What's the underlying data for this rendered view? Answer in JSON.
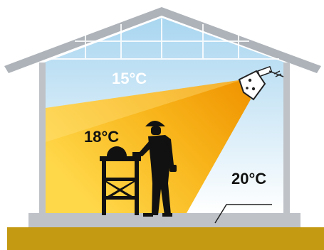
{
  "temperatures": {
    "upper": "15°C",
    "heated_zone": "18°C",
    "floor_right": "20°C"
  },
  "colors": {
    "ground": "#c49a12",
    "wall": "#bfc3c8",
    "roof": "#aeb3b9",
    "sky_top": "#a8d4ee",
    "sky_bottom": "#ffffff",
    "beam_warm": "#f5a000",
    "beam_light": "#ffe07a",
    "figure": "#111111",
    "temp_dark": "#111111",
    "temp_light": "#ffffff"
  }
}
